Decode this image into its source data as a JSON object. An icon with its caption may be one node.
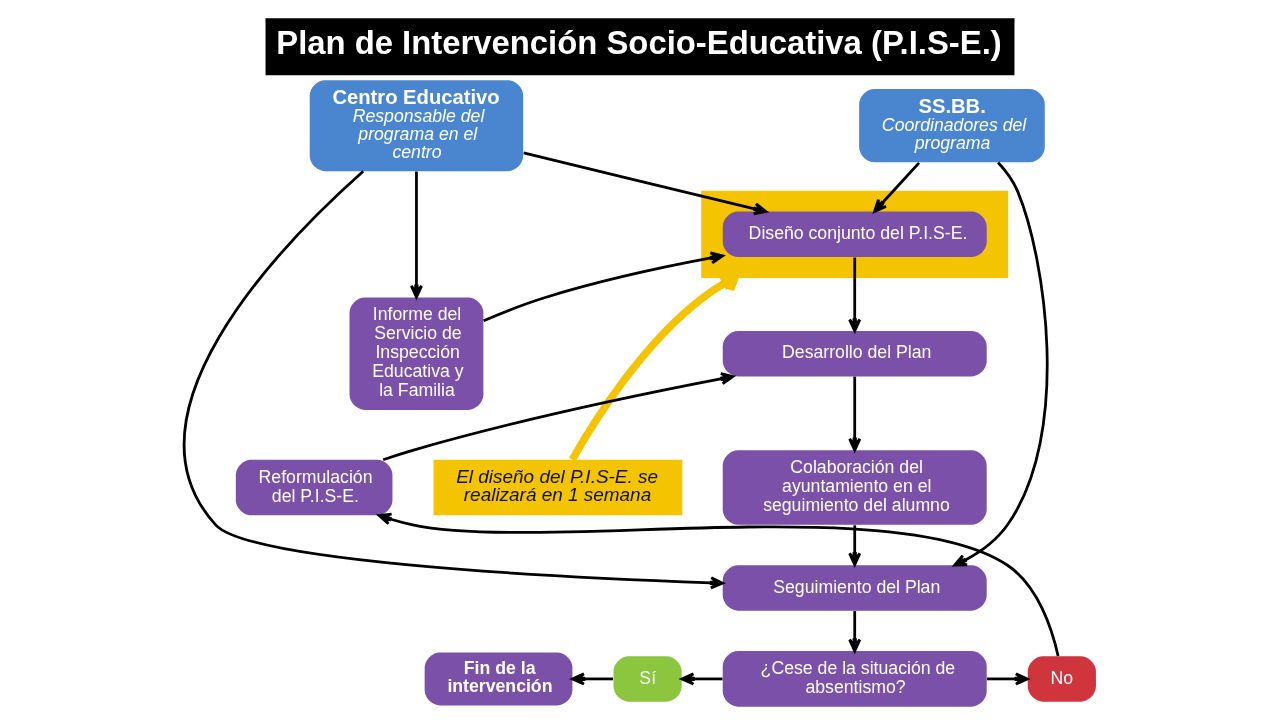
{
  "diagram": {
    "title": "Plan de Intervención Socio-Educativa (P.I.S-E.)",
    "nodes": [
      {
        "text": [
          "Centro Educativo",
          "Responsable del programa en el centro"
        ]
      },
      {
        "text": [
          "SS.BB.",
          "Coordinadores del programa"
        ]
      },
      {
        "text": [],
        "shape": "bar"
      },
      {
        "text": [
          "Diseño conjunto del P.I.S-E."
        ],
        "in": 2
      },
      {
        "text": [
          "Informe del Servicio de Inspección Educativa y la Familia"
        ]
      },
      {
        "text": [
          "Desarrollo del Plan"
        ]
      },
      {
        "text": [
          "Reformulación del P.I.S-E."
        ]
      },
      {
        "text": [
          "Colaboración del ayuntamiento en el seguimiento del alumno"
        ]
      },
      {
        "text": [
          "El diseño del P.I.S-E. se realizará en 1 semana"
        ]
      },
      {
        "text": [
          "Seguimiento del Plan"
        ]
      },
      {
        "text": [
          "Fin de la intervención"
        ]
      },
      {
        "text": [
          "Sí"
        ]
      },
      {
        "text": [
          "¿Cese de la situación de absentismo?"
        ]
      },
      {
        "text": [
          "No"
        ]
      }
    ],
    "edges": [
      {
        "from": 0,
        "to": 3,
        "arrow": "to"
      },
      {
        "from": 1,
        "to": 3,
        "arrow": "to"
      },
      {
        "from": 0,
        "to": 4,
        "arrow": "to"
      },
      {
        "from": 4,
        "to": 3,
        "arrow": "to"
      },
      {
        "from": 3,
        "to": 5,
        "arrow": "to"
      },
      {
        "from": 5,
        "to": 7,
        "arrow": "to"
      },
      {
        "from": 7,
        "to": 9,
        "arrow": "to"
      },
      {
        "from": 0,
        "to": 9,
        "arrow": "to"
      },
      {
        "from": 1,
        "to": 9,
        "arrow": "to"
      },
      {
        "from": 6,
        "to": 5,
        "arrow": "to"
      },
      {
        "from": 9,
        "to": 12,
        "arrow": "to"
      },
      {
        "from": 12,
        "to": 11,
        "arrow": "to"
      },
      {
        "from": 11,
        "to": 10,
        "arrow": "to"
      },
      {
        "from": 12,
        "to": 13,
        "arrow": "to"
      },
      {
        "from": 13,
        "to": 6,
        "arrow": "to"
      },
      {
        "from": 8,
        "to": 2,
        "arrow": "to",
        "style": "thick",
        "color": "#f5c400"
      }
    ]
  }
}
